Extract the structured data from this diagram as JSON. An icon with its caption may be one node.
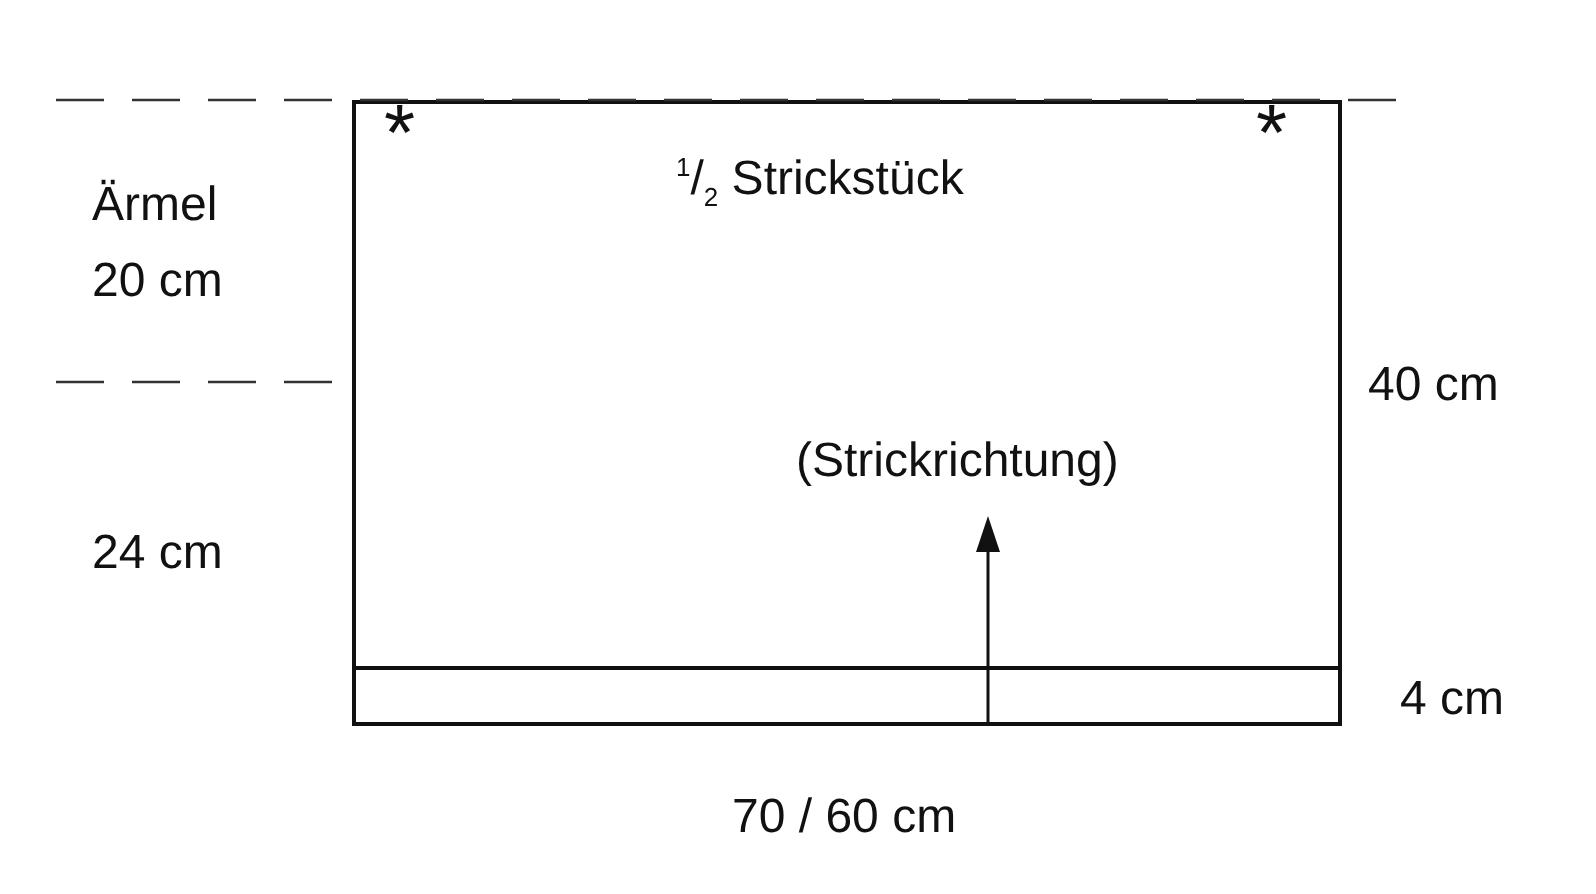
{
  "diagram": {
    "nodes": [
      {
        "text": [
          "$^{1}$/$_{2}$ Strickstück"
        ]
      },
      {
        "text": [],
        "shape": "box",
        "in": 0
      }
    ],
    "labels": [
      "*",
      "*",
      "Ärmel 20 cm",
      "40 cm",
      "(Strickrichtung)",
      "24 cm",
      "4 cm",
      "70 / 60 cm"
    ]
  }
}
